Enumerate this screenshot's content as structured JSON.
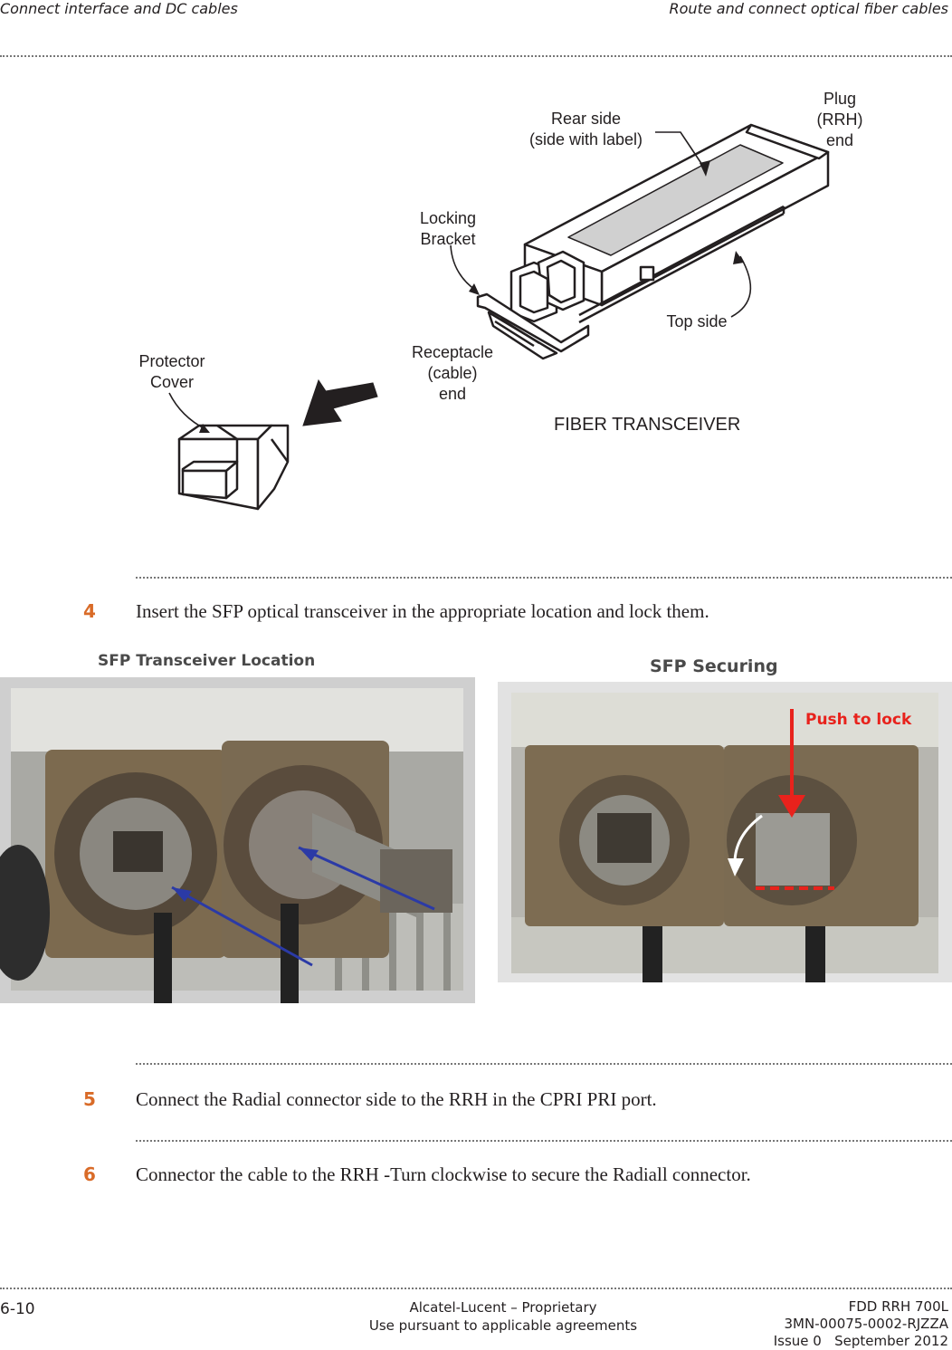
{
  "header": {
    "left": "Connect interface and DC cables",
    "right": "Route and connect optical fiber cables"
  },
  "figure1": {
    "labels": {
      "plug": "Plug\n(RRH)\nend",
      "rear_side": "Rear side\n(side with label)",
      "locking_bracket": "Locking\nBracket",
      "top_side": "Top side",
      "protector_cover": "Protector\nCover",
      "receptacle": "Receptacle\n(cable)\nend",
      "title": "FIBER TRANSCEIVER"
    }
  },
  "steps": [
    {
      "num": "4",
      "text": "Insert the SFP optical transceiver in the appropriate location and lock them."
    },
    {
      "num": "5",
      "text": "Connect the Radial connector side to the RRH in the CPRI PRI port."
    },
    {
      "num": "6",
      "text": "Connector the cable to the RRH -Turn clockwise to secure the Radiall connector."
    }
  ],
  "photos": {
    "left_title": "SFP Transceiver Location",
    "right_title": "SFP Securing",
    "right_annotation": "Push to lock"
  },
  "footer": {
    "page": "6-10",
    "center_line1": "Alcatel-Lucent – Proprietary",
    "center_line2": "Use pursuant to applicable agreements",
    "right_line1": "FDD RRH 700L",
    "right_line2": "3MN-00075-0002-RJZZA",
    "right_line3": "Issue 0   September 2012"
  }
}
